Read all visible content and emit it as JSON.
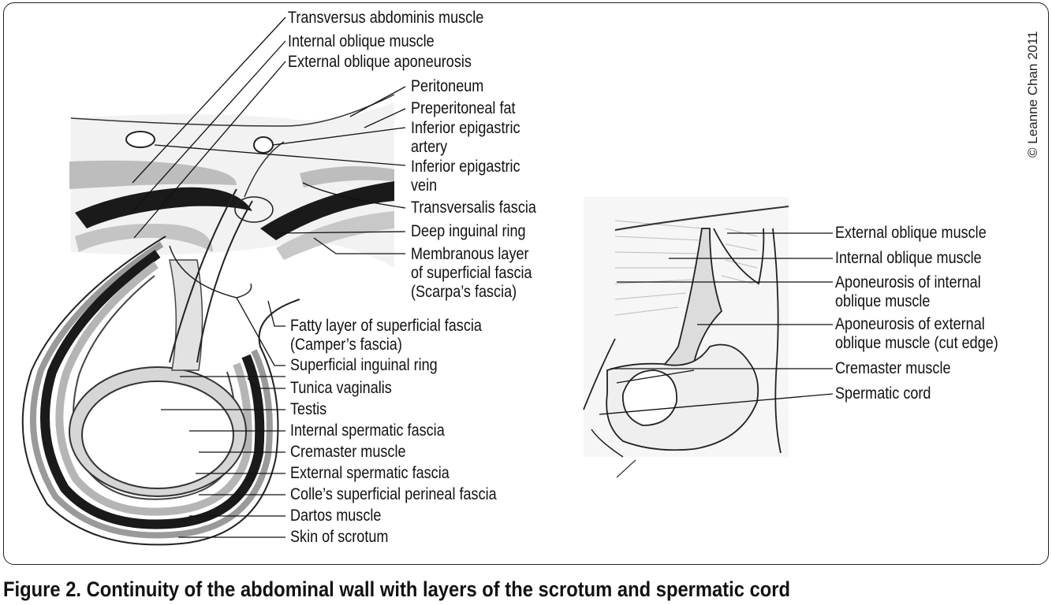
{
  "left_labels": [
    "Transversus abdominis muscle",
    "Internal oblique muscle",
    "External oblique aponeurosis",
    "Peritoneum",
    "Preperitoneal fat",
    "Inferior epigastric\nartery",
    "Inferior epigastric\nvein",
    "Transversalis fascia",
    "Deep inguinal ring",
    "Membranous layer\nof superficial fascia\n(Scarpa’s fascia)",
    "Fatty layer of superficial fascia\n(Camper’s fascia)",
    "Superficial inguinal ring",
    "Tunica vaginalis",
    "Testis",
    "Internal spermatic fascia",
    "Cremaster muscle",
    "External spermatic fascia",
    "Colle’s superficial perineal fascia",
    "Dartos muscle",
    "Skin of scrotum"
  ],
  "right_labels": [
    "External oblique muscle",
    "Internal oblique muscle",
    "Aponeurosis of internal\noblique muscle",
    "Aponeurosis of external\noblique muscle (cut edge)",
    "Cremaster muscle",
    "Spermatic cord"
  ],
  "copyright": "© Leanne Chan 2011",
  "caption": "Figure 2. Continuity of the abdominal wall with layers of the scrotum and spermatic cord"
}
